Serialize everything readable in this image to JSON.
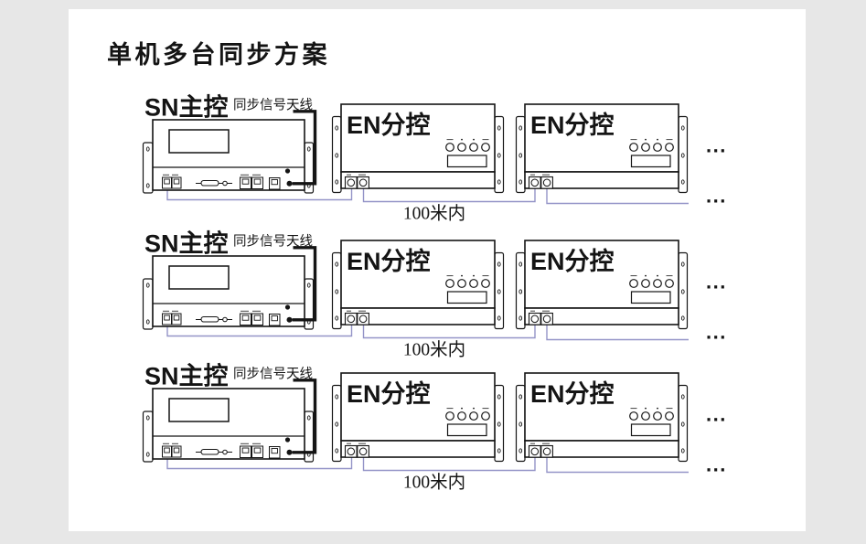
{
  "title": "单机多台同步方案",
  "colors": {
    "background": "#e7e7e7",
    "panel": "#ffffff",
    "ink": "#141414",
    "wire": "#9494c8"
  },
  "rows": [
    {
      "master": {
        "label": "SN主控",
        "antenna_label": "同步信号天线"
      },
      "slaves": [
        {
          "label": "EN分控"
        },
        {
          "label": "EN分控"
        }
      ],
      "distance_label": "100米内",
      "more_devices_ellipsis": "...",
      "more_cable_ellipsis": "..."
    },
    {
      "master": {
        "label": "SN主控",
        "antenna_label": "同步信号天线"
      },
      "slaves": [
        {
          "label": "EN分控"
        },
        {
          "label": "EN分控"
        }
      ],
      "distance_label": "100米内",
      "more_devices_ellipsis": "...",
      "more_cable_ellipsis": "..."
    },
    {
      "master": {
        "label": "SN主控",
        "antenna_label": "同步信号天线"
      },
      "slaves": [
        {
          "label": "EN分控"
        },
        {
          "label": "EN分控"
        }
      ],
      "distance_label": "100米内",
      "more_devices_ellipsis": "...",
      "more_cable_ellipsis": "..."
    }
  ]
}
